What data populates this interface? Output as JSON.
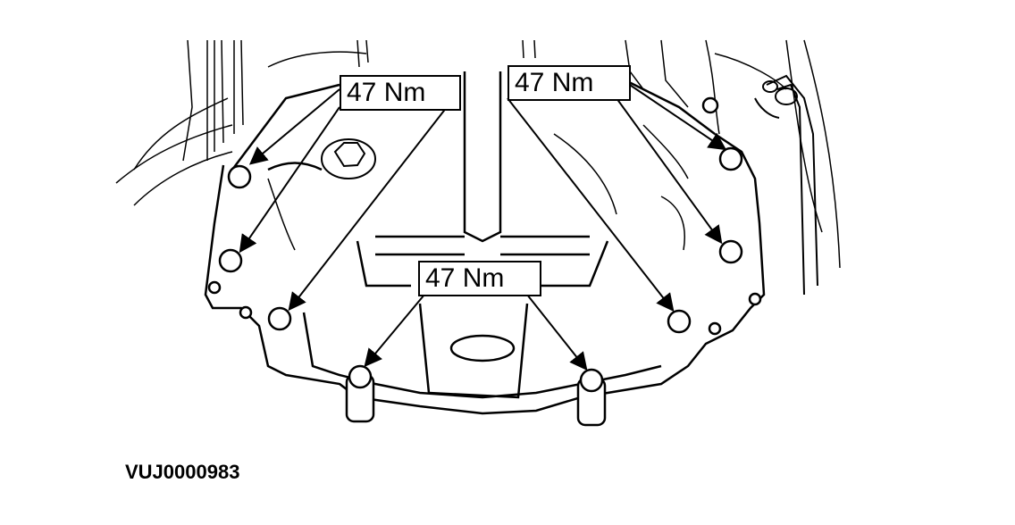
{
  "labels": {
    "torque_top_left": "47 Nm",
    "torque_top_right": "47 Nm",
    "torque_center": "47 Nm"
  },
  "figure_id": "VUJ0000983",
  "colors": {
    "ink": "#000000",
    "paper": "#ffffff"
  }
}
